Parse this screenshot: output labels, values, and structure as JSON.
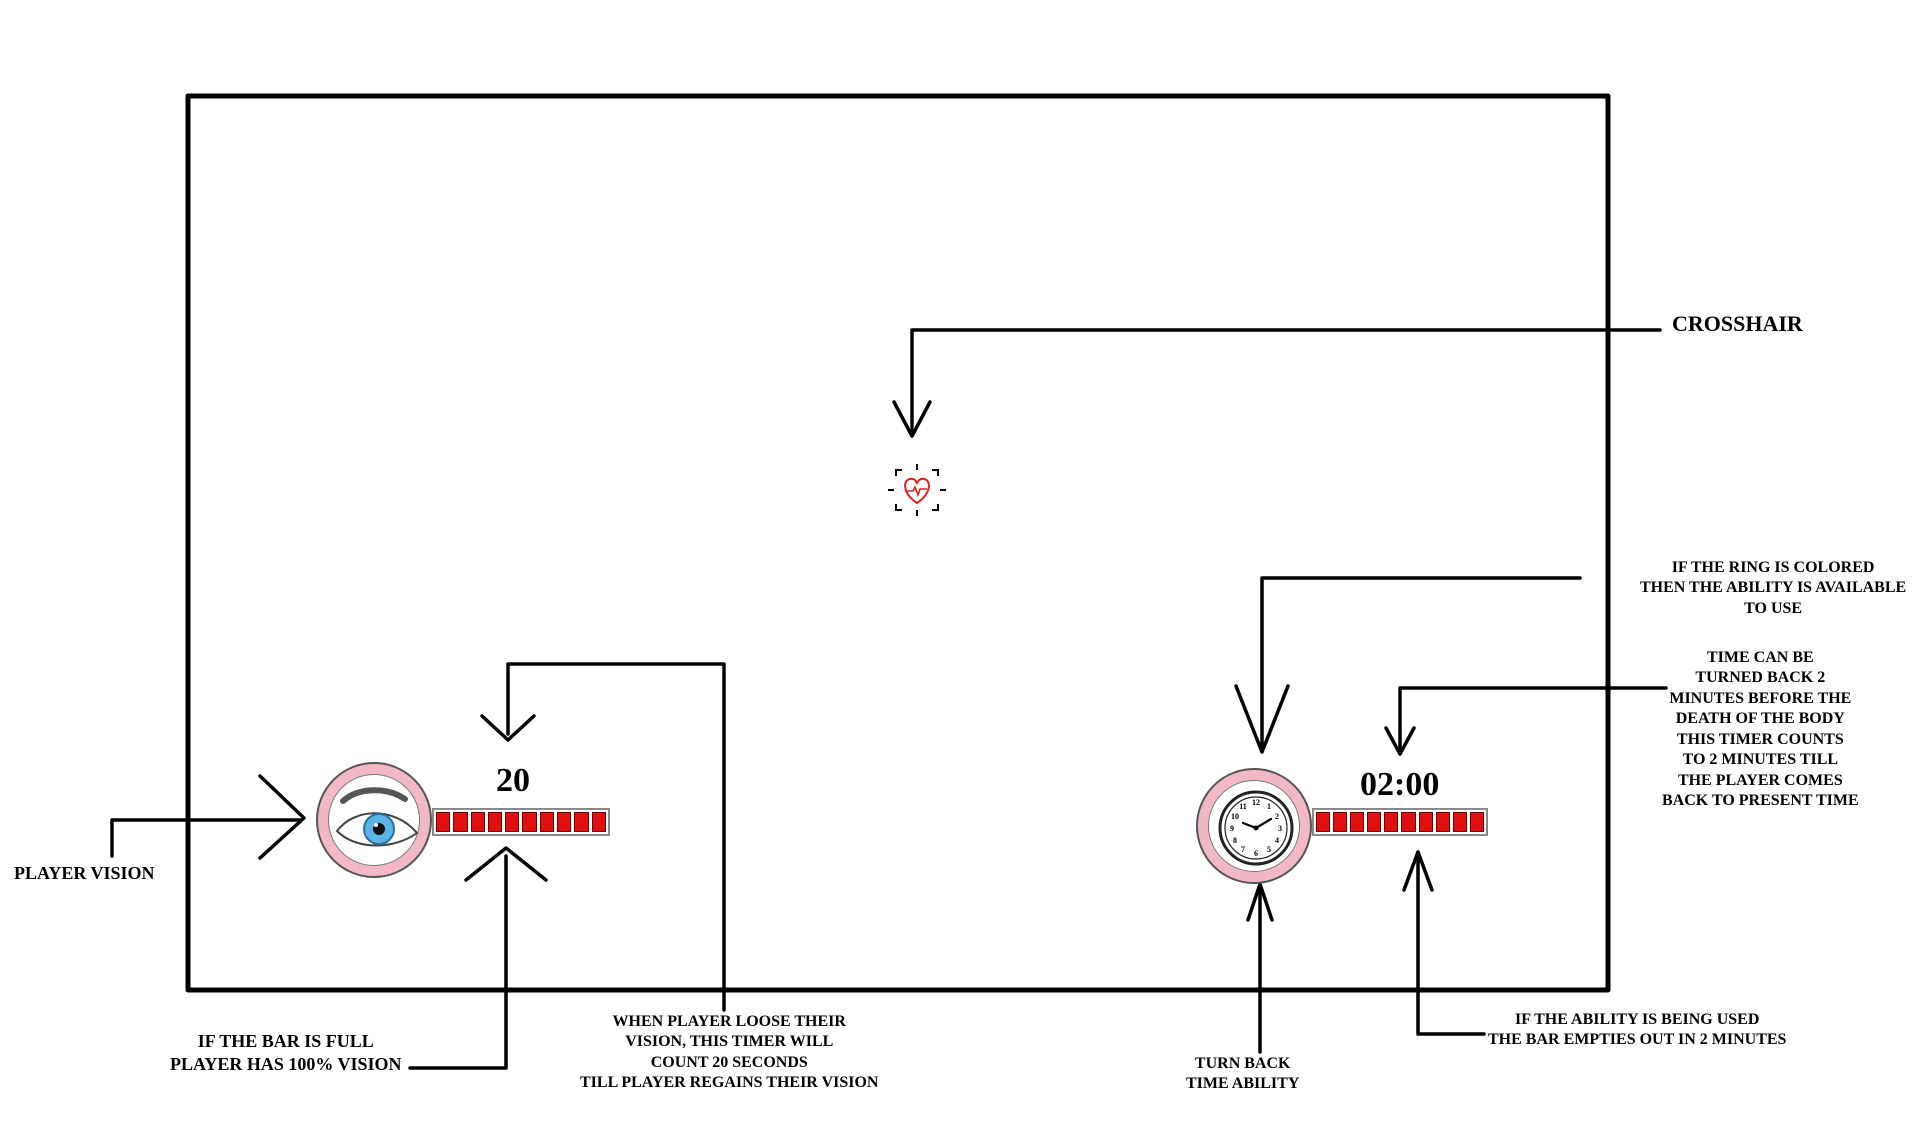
{
  "labels": {
    "crosshair": "CROSSHAIR",
    "player_vision": "PLAYER VISION",
    "bar_full": [
      "IF THE BAR IS FULL",
      "PLAYER HAS 100% VISION"
    ],
    "vision_timer": [
      "WHEN PLAYER LOOSE THEIR",
      "VISION, THIS TIMER WILL",
      "COUNT 20 SECONDS",
      "TILL PLAYER REGAINS THEIR VISION"
    ],
    "turn_back": [
      "TURN BACK",
      "TIME ABILITY"
    ],
    "ability_used": [
      "IF THE ABILITY IS BEING USED",
      "THE BAR EMPTIES OUT IN 2 MINUTES"
    ],
    "ring_colored": [
      "IF THE RING IS COLORED",
      "THEN THE ABILITY IS AVAILABLE",
      "TO USE"
    ],
    "time_back": [
      "TIME CAN BE",
      "TURNED BACK 2",
      "MINUTES BEFORE THE",
      "DEATH OF THE BODY",
      "THIS TIMER COUNTS",
      "TO 2 MINUTES TILL",
      "THE PLAYER COMES",
      "BACK TO PRESENT TIME"
    ]
  },
  "hud": {
    "vision_timer": "20",
    "time_timer": "02:00",
    "vision_bar_level": 1.0,
    "time_bar_level": 1.0,
    "vision_bar_segments": 10,
    "time_bar_segments": 10
  },
  "icons": {
    "crosshair": "heart-crosshair-icon",
    "vision": "eye-icon",
    "time": "clock-icon"
  },
  "colors": {
    "bar_fill": "#e01010",
    "ring": "#f2b8c6",
    "crosshair": "#e02020",
    "iris": "#5ab4e6"
  }
}
